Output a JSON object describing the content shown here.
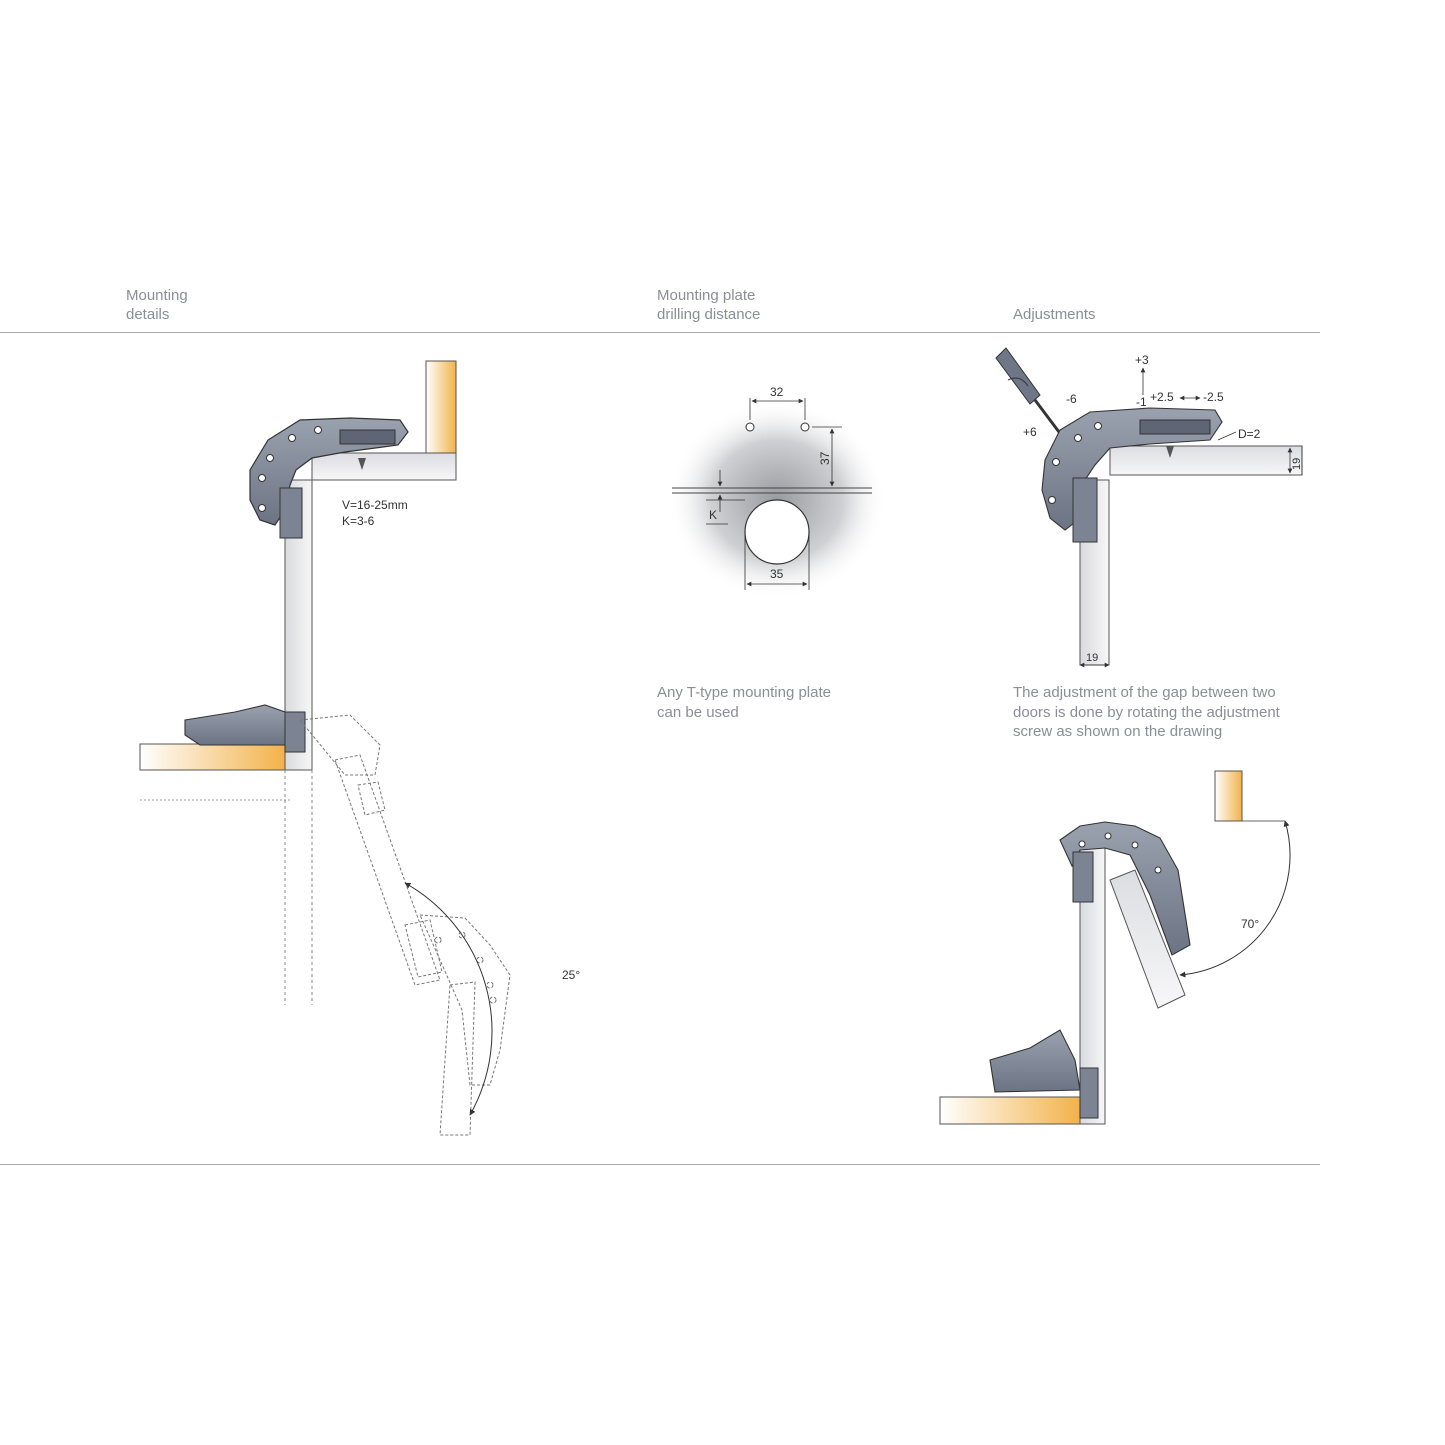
{
  "sections": {
    "mounting_details": {
      "title_line1": "Mounting",
      "title_line2": "details"
    },
    "drilling_distance": {
      "title_line1": "Mounting plate",
      "title_line2": "drilling distance"
    },
    "adjustments": {
      "title": "Adjustments"
    }
  },
  "mounting_details": {
    "spec_v": "V=16-25mm",
    "spec_k": "K=3-6",
    "opening_angle": "25°"
  },
  "drilling": {
    "hole_spacing": "32",
    "cup_depth_offset": "37",
    "k_label": "K",
    "cup_diameter": "35",
    "note_line1": "Any T-type mounting plate",
    "note_line2": "can be used"
  },
  "adjustments": {
    "up": "+3",
    "down": "-1",
    "minus_six": "-6",
    "plus_six": "+6",
    "plus_two_five": "+2.5",
    "minus_two_five": "-2.5",
    "d_label": "D=2",
    "side_thickness": "19",
    "door_thickness": "19",
    "note_line1": "The adjustment of the gap between two",
    "note_line2": "doors is done by rotating the adjustment",
    "note_line3": "screw as shown on the drawing",
    "opening_angle": "70°"
  },
  "colors": {
    "title_gray": "#8c8e96",
    "rule_gray": "#a9abb1",
    "hinge_steel": "#7e8695",
    "board_gray": "#e6e7ea",
    "wood_orange": "#f2b24a"
  }
}
